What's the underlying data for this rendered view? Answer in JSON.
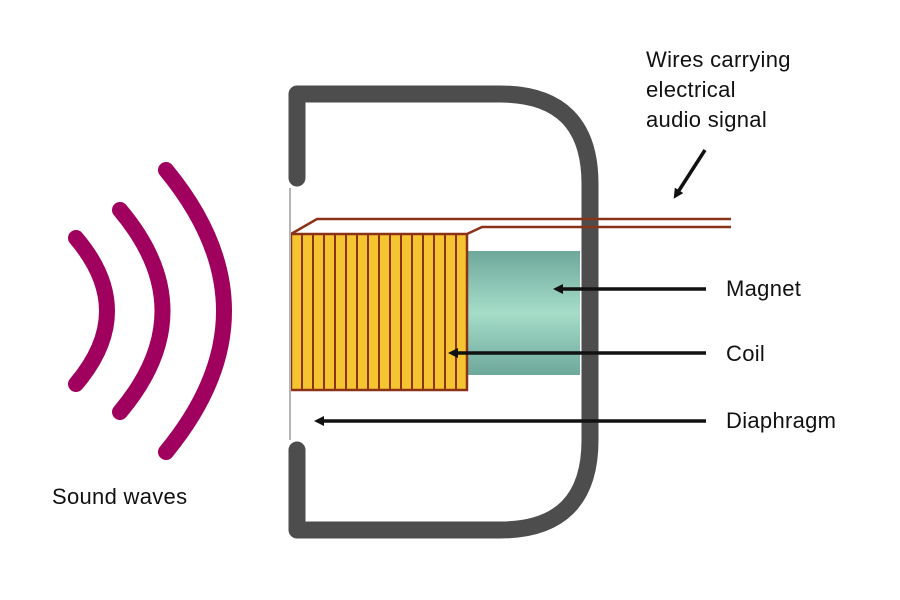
{
  "labels": {
    "sound_waves": "Sound waves",
    "wires": [
      "Wires carrying",
      "electrical",
      "audio signal"
    ],
    "magnet": "Magnet",
    "coil": "Coil",
    "diaphragm": "Diaphragm"
  },
  "colors": {
    "sound_waves": "#a0005e",
    "casing": "#4d4d4d",
    "coil_fill": "#f4c431",
    "coil_lines": "#8b3318",
    "magnet_light": "#a5ddc9",
    "magnet_dark": "#6ea89b",
    "wire": "#8b3318",
    "arrow": "#111111",
    "text": "#111111"
  }
}
